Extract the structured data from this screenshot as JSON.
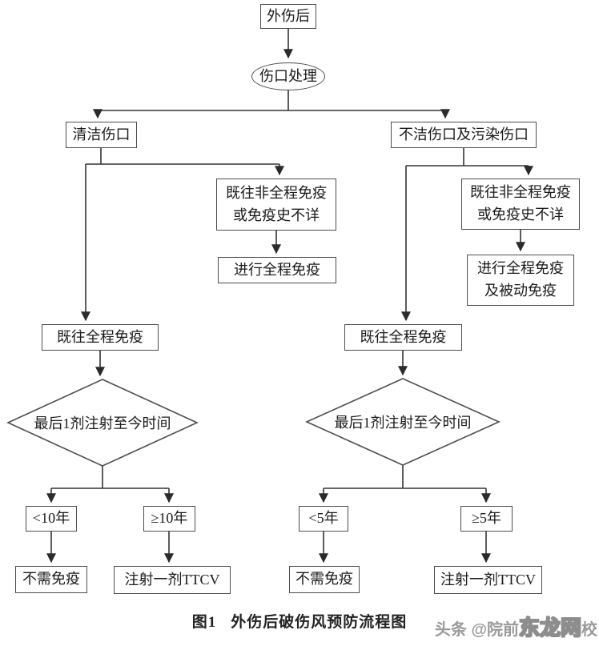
{
  "diagram": {
    "nodes": {
      "trauma": "外伤后",
      "wound_treatment": "伤口处理",
      "clean_wound": "清洁伤口",
      "dirty_wound": "不洁伤口及污染伤口",
      "left_non_full": "既往非全程免疫\n或免疫史不详",
      "left_do_full": "进行全程免疫",
      "left_prior_full": "既往全程免疫",
      "left_decision": "最后1剂注射至今时间",
      "left_lt": "<10年",
      "left_ge": "≥10年",
      "left_no_imm": "不需免疫",
      "left_ttcv": "注射一剂TTCV",
      "right_non_full": "既往非全程免疫\n或免疫史不详",
      "right_do_full_passive": "进行全程免疫\n及被动免疫",
      "right_prior_full": "既往全程免疫",
      "right_decision": "最后1剂注射至今时间",
      "right_lt": "<5年",
      "right_ge": "≥5年",
      "right_no_imm": "不需免疫",
      "right_ttcv": "注射一剂TTCV"
    },
    "caption": {
      "figure_label": "图1",
      "title": "外伤后破伤风预防流程图"
    },
    "watermark": {
      "prefix": "头条 @院前",
      "bubble": "东龙网",
      "suffix": "校"
    }
  }
}
